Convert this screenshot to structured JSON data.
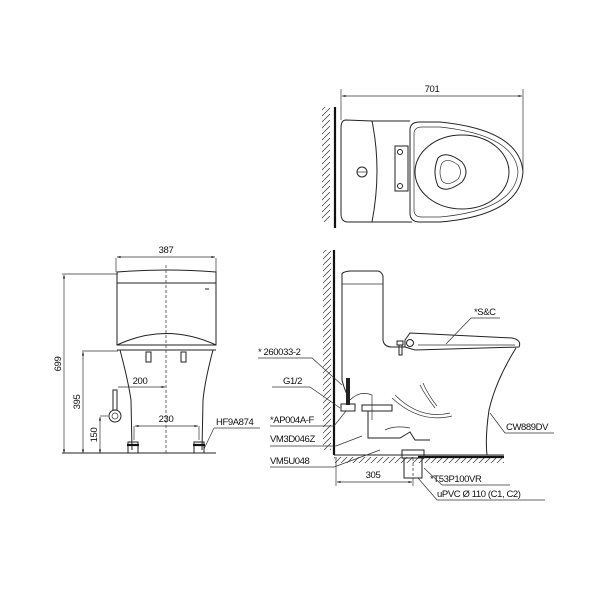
{
  "drawing": {
    "top_view": {
      "dimensions": {
        "length": "701"
      }
    },
    "front_view": {
      "dimensions": {
        "width": "387",
        "height": "699",
        "inlet_height": "395",
        "supply_height": "150",
        "supply_offset": "200",
        "bolt_spacing": "230"
      },
      "labels": {
        "floor_bolt": "HF9A874"
      }
    },
    "side_view": {
      "dimensions": {
        "rough_in": "305"
      },
      "labels": {
        "fill_valve_hose": "* 260033-2",
        "supply_thread": "G1/2",
        "angle_valve": "*AP004A-F",
        "flush_valve": "VM3D046Z",
        "flapper": "VM5U048",
        "seat_cover": "*S&C",
        "bowl": "CW889DV",
        "flange": "*T53P100VR",
        "drain_pipe": "uPVC   Ø 110 (C1, C2)"
      }
    }
  }
}
